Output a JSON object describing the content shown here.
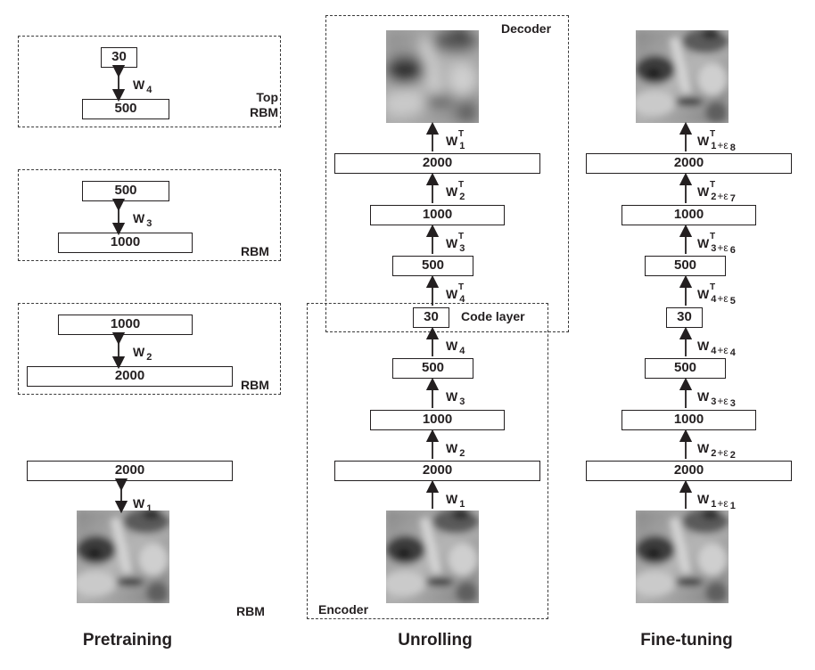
{
  "columns": {
    "pretraining": {
      "title": "Pretraining",
      "rbms": [
        {
          "tag_line1": "Top",
          "tag_line2": "RBM",
          "upper": "30",
          "lower": "500",
          "weight": "W",
          "weight_sub": "4"
        },
        {
          "tag_line1": "",
          "tag_line2": "RBM",
          "upper": "500",
          "lower": "1000",
          "weight": "W",
          "weight_sub": "3"
        },
        {
          "tag_line1": "",
          "tag_line2": "RBM",
          "upper": "1000",
          "lower": "2000",
          "weight": "W",
          "weight_sub": "2"
        },
        {
          "tag_line1": "",
          "tag_line2": "RBM",
          "upper": "2000",
          "lower": "input-face-image",
          "weight": "W",
          "weight_sub": "1"
        }
      ]
    },
    "unrolling": {
      "title": "Unrolling",
      "decoder_label": "Decoder",
      "encoder_label": "Encoder",
      "code_layer_label": "Code layer",
      "layers": [
        "2000",
        "1000",
        "500",
        "30",
        "500",
        "1000",
        "2000"
      ],
      "weights": [
        {
          "w": "W",
          "sub": "1",
          "sup": "T"
        },
        {
          "w": "W",
          "sub": "2",
          "sup": "T"
        },
        {
          "w": "W",
          "sub": "3",
          "sup": "T"
        },
        {
          "w": "W",
          "sub": "4",
          "sup": "T"
        },
        {
          "w": "W",
          "sub": "4",
          "sup": ""
        },
        {
          "w": "W",
          "sub": "3",
          "sup": ""
        },
        {
          "w": "W",
          "sub": "2",
          "sup": ""
        },
        {
          "w": "W",
          "sub": "1",
          "sup": ""
        }
      ]
    },
    "finetuning": {
      "title": "Fine-tuning",
      "layers": [
        "2000",
        "1000",
        "500",
        "30",
        "500",
        "1000",
        "2000"
      ],
      "weights": [
        {
          "w": "W",
          "sub": "1",
          "sup": "T",
          "eps": "+ε",
          "eps_sub": "8"
        },
        {
          "w": "W",
          "sub": "2",
          "sup": "T",
          "eps": "+ε",
          "eps_sub": "7"
        },
        {
          "w": "W",
          "sub": "3",
          "sup": "T",
          "eps": "+ε",
          "eps_sub": "6"
        },
        {
          "w": "W",
          "sub": "4",
          "sup": "T",
          "eps": "+ε",
          "eps_sub": "5"
        },
        {
          "w": "W",
          "sub": "4",
          "sup": "",
          "eps": "+ε",
          "eps_sub": "4"
        },
        {
          "w": "W",
          "sub": "3",
          "sup": "",
          "eps": "+ε",
          "eps_sub": "3"
        },
        {
          "w": "W",
          "sub": "2",
          "sup": "",
          "eps": "+ε",
          "eps_sub": "2"
        },
        {
          "w": "W",
          "sub": "1",
          "sup": "",
          "eps": "+ε",
          "eps_sub": "1"
        }
      ]
    }
  },
  "colors": {
    "ink": "#231f20",
    "dash": "#3a3a3a",
    "background": "#ffffff"
  }
}
